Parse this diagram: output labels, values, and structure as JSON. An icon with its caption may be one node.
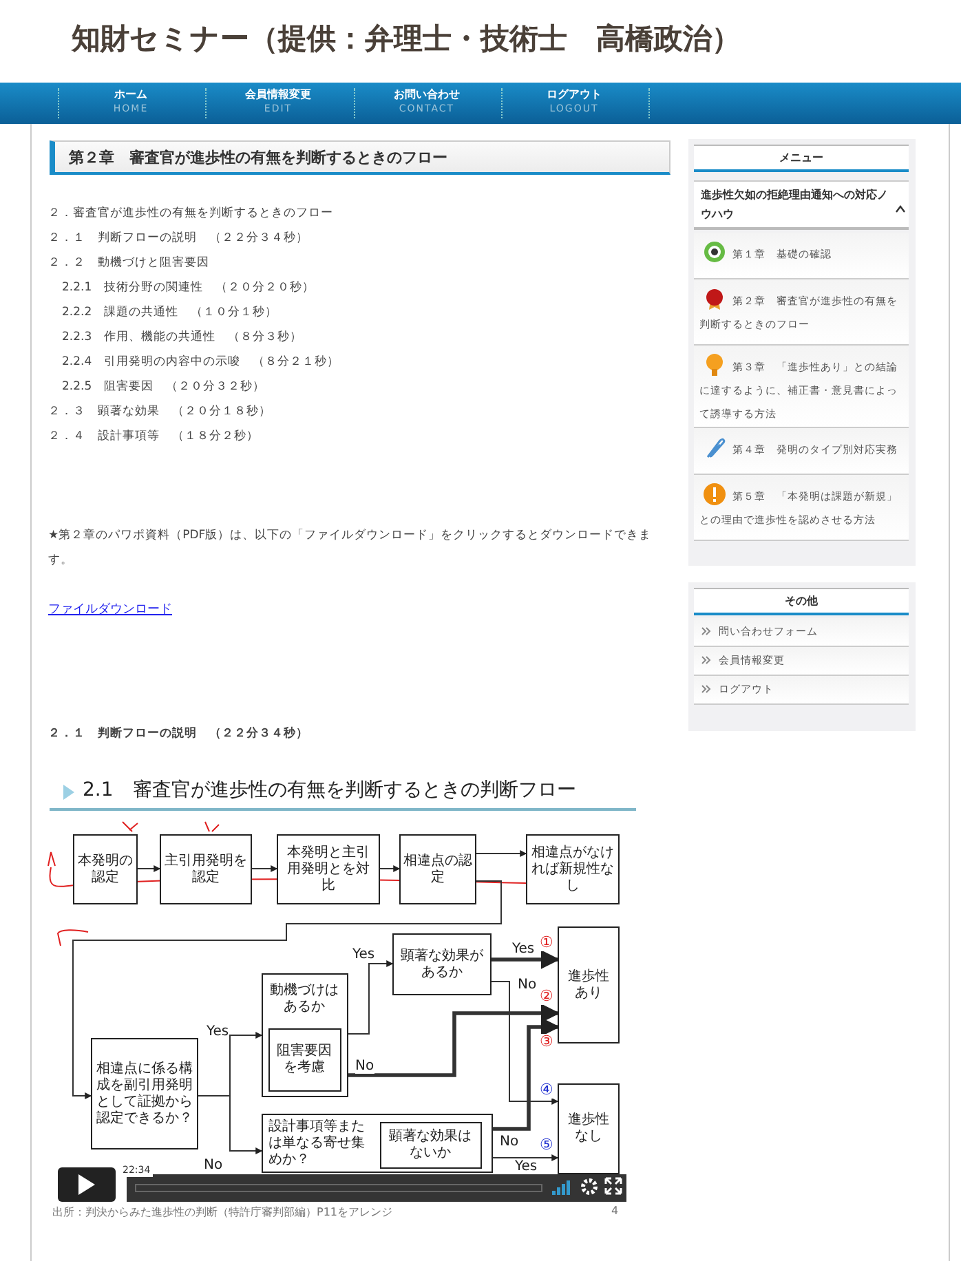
{
  "diagram": {
    "title": "知財セミナー（提供：弁理士・技術士　高橋政治）",
    "nodes": [
      {
        "text": [
          "本発明の認定"
        ]
      },
      {
        "text": [
          "主引用発明を認定"
        ]
      },
      {
        "text": [
          "本発明と主引用発明とを対比"
        ]
      },
      {
        "text": [
          "相違点の認定"
        ]
      },
      {
        "text": [
          "相違点がなければ新規性なし"
        ]
      },
      {
        "text": [
          "相違点に係る構成を副引用発明として証拠から認定できるか？"
        ]
      },
      {
        "text": [
          "動機づけはあるか"
        ]
      },
      {
        "text": [
          "阻害要因を考慮"
        ],
        "in": 6
      },
      {
        "text": [
          "顕著な効果があるか"
        ]
      },
      {
        "text": [
          "設計事項等または単なる寄せ集めか？"
        ]
      },
      {
        "text": [
          "顕著な効果はないか"
        ],
        "in": 9
      },
      {
        "text": [
          "進歩性あり"
        ]
      },
      {
        "text": [
          "進歩性なし"
        ]
      }
    ],
    "edges": [
      {
        "from": 0,
        "to": 1,
        "arrow": "to"
      },
      {
        "from": 1,
        "to": 2,
        "arrow": "to"
      },
      {
        "from": 2,
        "to": 3,
        "arrow": "to"
      },
      {
        "from": 3,
        "to": 4,
        "arrow": "to"
      },
      {
        "from": 3,
        "to": 5,
        "arrow": "to"
      },
      {
        "from": 5,
        "to": 6,
        "arrow": "to",
        "label": "Yes"
      },
      {
        "from": 5,
        "to": 9,
        "arrow": "to",
        "label": "No"
      },
      {
        "from": 6,
        "to": 8,
        "arrow": "to",
        "label": "Yes"
      },
      {
        "from": 7,
        "to": 11,
        "arrow": "to",
        "label": "No",
        "style": "thick"
      },
      {
        "from": 8,
        "to": 11,
        "arrow": "to",
        "label": "Yes",
        "style": "thick"
      },
      {
        "from": 8,
        "to": 12,
        "arrow": "to",
        "label": "No"
      },
      {
        "from": 9,
        "to": 11,
        "arrow": "to",
        "label": "No",
        "style": "thick"
      },
      {
        "from": 9,
        "to": 12,
        "arrow": "to",
        "label": "Yes"
      }
    ],
    "labels": [
      "ホーム",
      "HOME",
      "会員情報変更",
      "EDIT",
      "お問い合わせ",
      "CONTACT",
      "ログアウト",
      "LOGOUT",
      "第２章　審査官が進歩性の有無を判断するときのフロー",
      "２．審査官が進歩性の有無を判断するときのフロー",
      "２．１　判断フローの説明　（２２分３４秒）",
      "２．２　動機づけと阻害要因",
      "2.2.1　技術分野の関連性　（２０分２０秒）",
      "2.2.2　課題の共通性　（１０分１秒）",
      "2.2.3　作用、機能の共通性　（８分３秒）",
      "2.2.4　引用発明の内容中の示唆　（８分２１秒）",
      "2.2.5　阻害要因　（２０分３２秒）",
      "２．３　顕著な効果　（２０分１８秒）",
      "２．４　設計事項等　（１８分２秒）",
      "★第２章のパワポ資料（PDF版）は、以下の「ファイルダウンロード」をクリックするとダウンロードできます。",
      "ファイルダウンロード",
      "２．１　判断フローの説明　（２２分３４秒）",
      "2.1　審査官が進歩性の有無を判断するときの判断フロー",
      "①",
      "②",
      "③",
      "④",
      "⑤",
      "22:34",
      "出所：判決からみた進歩性の判断（特許庁審判部編）P11をアレンジ",
      "4",
      "メニュー",
      "進歩性欠如の拒絶理由通知への対応ノウハウ",
      "第１章　基礎の確認",
      "第２章　審査官が進歩性の有無を判断するときのフロー",
      "第３章　「進歩性あり」との結論に達するように、補正書・意見書によって誘導する方法",
      "第４章　発明のタイプ別対応実務",
      "第５章　「本発明は課題が新規」との理由で進歩性を認めさせる方法",
      "その他",
      "問い合わせフォーム",
      "会員情報変更",
      "ログアウト"
    ]
  }
}
